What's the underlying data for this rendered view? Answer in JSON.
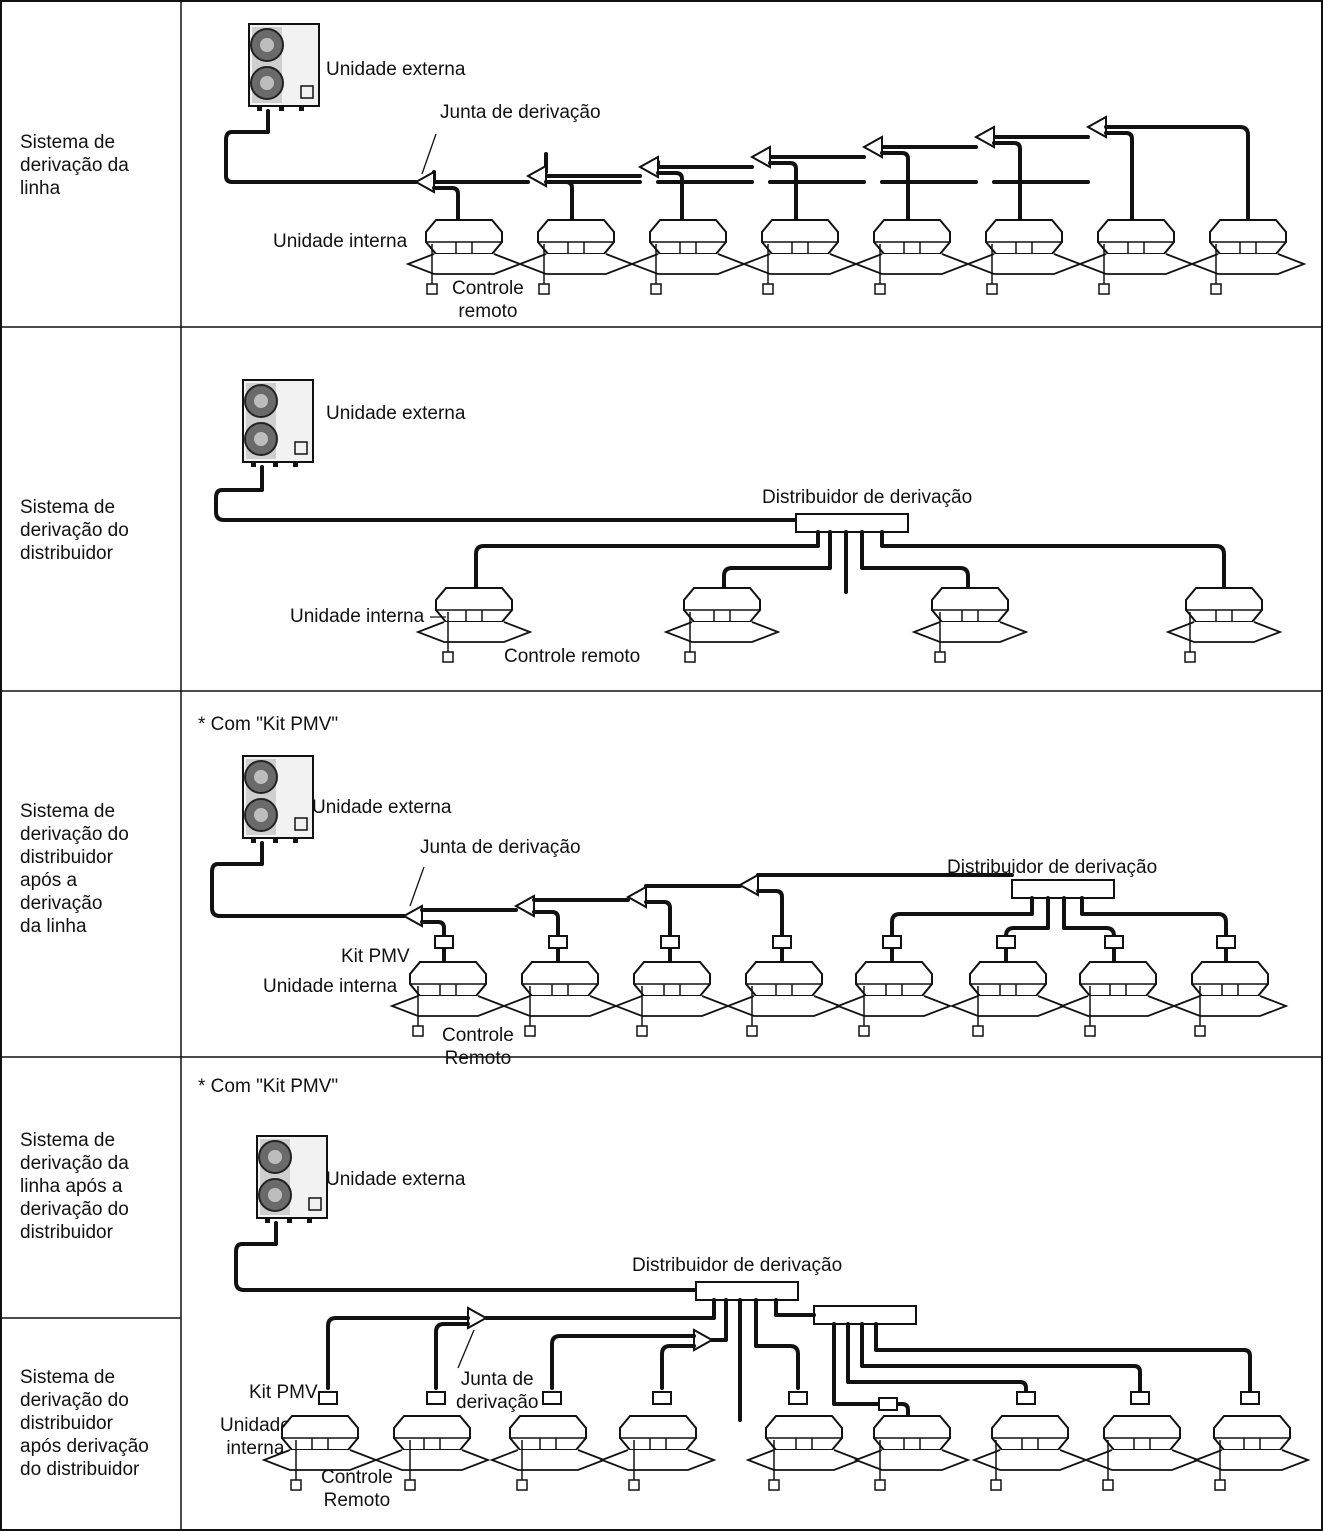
{
  "rows": [
    {
      "system_label": "Sistema de\nderivação da\nlinha",
      "outdoor_label": "Unidade externa",
      "branch_joint_label": "Junta de derivação",
      "indoor_label": "Unidade interna",
      "remote_label": "Controle\nremoto"
    },
    {
      "system_label": "Sistema de\nderivação do\ndistribuidor",
      "outdoor_label": "Unidade externa",
      "header_label": "Distribuidor de derivação",
      "indoor_label": "Unidade interna",
      "remote_label": "Controle remoto"
    },
    {
      "note": "* Com \"Kit PMV\"",
      "system_label": "Sistema de\nderivação do\ndistribuidor\napós a\nderivação\nda linha",
      "outdoor_label": "Unidade externa",
      "branch_joint_label": "Junta de derivação",
      "header_label": "Distribuidor de derivação",
      "pmv_label": "Kit PMV",
      "indoor_label": "Unidade interna",
      "remote_label": "Controle\nRemoto"
    },
    {
      "note": "* Com \"Kit PMV\"",
      "system_label": "Sistema de\nderivação da\nlinha após a\nderivação do\ndistribuidor",
      "system_label_2": "Sistema de\nderivação do\ndistribuidor\napós derivação\ndo distribuidor",
      "outdoor_label": "Unidade externa",
      "header_label": "Distribuidor de derivação",
      "branch_joint_label": "Junta de\nderivação",
      "pmv_label": "Kit PMV",
      "indoor_label": "Unidade\ninterna",
      "remote_label": "Controle\nRemoto"
    }
  ]
}
